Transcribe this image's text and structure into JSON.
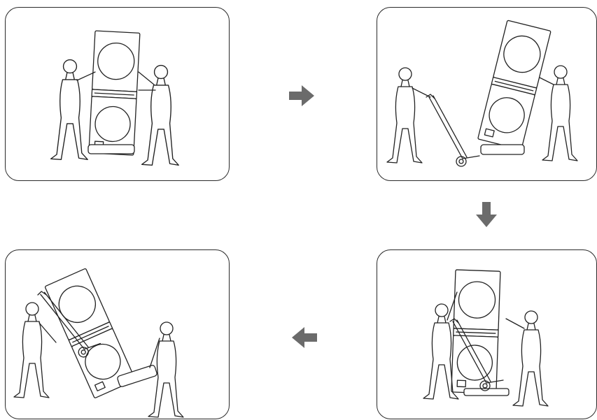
{
  "steps": [
    {
      "icon": "two-people-holding-stacked-washer-dryer"
    },
    {
      "icon": "hand-truck-slid-under-tilted-unit"
    },
    {
      "icon": "unit-lowered-onto-hand-truck"
    },
    {
      "icon": "unit-tilted-back-on-hand-truck-pedestal-lifted"
    }
  ],
  "flow_arrows": [
    {
      "direction": "right",
      "color": "#6b6b6b"
    },
    {
      "direction": "down",
      "color": "#6b6b6b"
    },
    {
      "direction": "left",
      "color": "#6b6b6b"
    }
  ],
  "colors": {
    "line": "#222222",
    "arrow": "#6b6b6b",
    "background": "#ffffff"
  }
}
